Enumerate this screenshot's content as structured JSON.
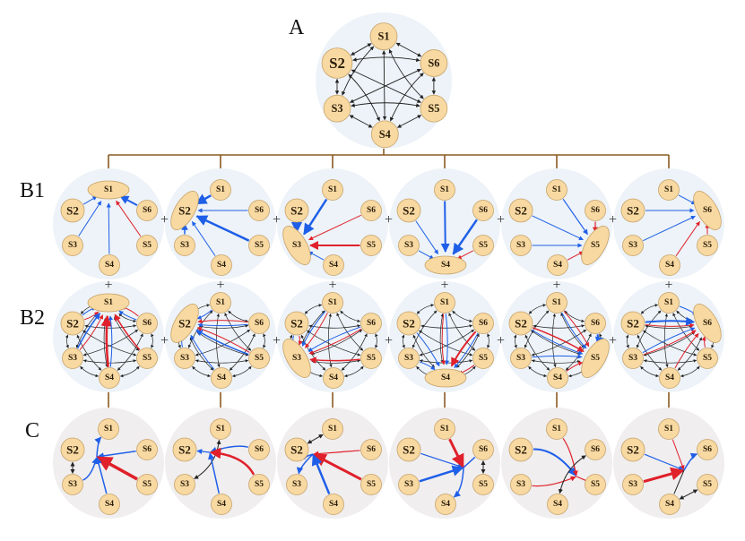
{
  "labels": {
    "A": "A",
    "B1": "B1",
    "B2": "B2",
    "C": "C",
    "plus": "+"
  },
  "colors": {
    "blue": "#1f5fe8",
    "red": "#e0202a",
    "black": "#222222",
    "node_fill": "#f8d9a2",
    "node_stroke": "#c7a268",
    "panel_bg": "#edf3f8",
    "c_bg": "#f0eeef",
    "tree": "#8a5a22"
  },
  "nodes": [
    "S1",
    "S2",
    "S3",
    "S4",
    "S5",
    "S6"
  ],
  "b1": [
    {
      "target": "S1",
      "in": [
        [
          "S2",
          "blue",
          1
        ],
        [
          "S3",
          "blue",
          1
        ],
        [
          "S4",
          "blue",
          1
        ],
        [
          "S5",
          "red",
          1
        ],
        [
          "S6",
          "blue",
          2
        ]
      ]
    },
    {
      "target": "S2",
      "in": [
        [
          "S1",
          "blue",
          2.5
        ],
        [
          "S6",
          "blue",
          1
        ],
        [
          "S5",
          "blue",
          2.5
        ],
        [
          "S4",
          "blue",
          1
        ],
        [
          "S3",
          "blue",
          1.5
        ]
      ]
    },
    {
      "target": "S3",
      "in": [
        [
          "S1",
          "blue",
          2.5
        ],
        [
          "S2",
          "blue",
          2.5
        ],
        [
          "S6",
          "red",
          1
        ],
        [
          "S5",
          "red",
          2
        ],
        [
          "S4",
          "blue",
          1
        ]
      ]
    },
    {
      "target": "S4",
      "in": [
        [
          "S1",
          "blue",
          2
        ],
        [
          "S2",
          "blue",
          1
        ],
        [
          "S3",
          "blue",
          1
        ],
        [
          "S6",
          "blue",
          2.5
        ],
        [
          "S5",
          "red",
          1
        ]
      ]
    },
    {
      "target": "S5",
      "in": [
        [
          "S1",
          "blue",
          1.2
        ],
        [
          "S2",
          "blue",
          1
        ],
        [
          "S3",
          "blue",
          1
        ],
        [
          "S6",
          "red",
          1.2
        ],
        [
          "S4",
          "red",
          1
        ]
      ]
    },
    {
      "target": "S6",
      "in": [
        [
          "S1",
          "blue",
          1
        ],
        [
          "S2",
          "blue",
          1
        ],
        [
          "S3",
          "blue",
          1
        ],
        [
          "S5",
          "red",
          1
        ],
        [
          "S4",
          "red",
          1
        ]
      ]
    }
  ],
  "b2": [
    {
      "target": "S1",
      "in": [
        [
          "S2",
          "blue",
          1
        ],
        [
          "S2",
          "red",
          1
        ],
        [
          "S3",
          "blue",
          1.5
        ],
        [
          "S3",
          "red",
          1
        ],
        [
          "S4",
          "red",
          2.5
        ],
        [
          "S4",
          "blue",
          1
        ],
        [
          "S5",
          "red",
          1.5
        ],
        [
          "S6",
          "blue",
          1
        ],
        [
          "S6",
          "red",
          1
        ]
      ]
    },
    {
      "target": "S2",
      "in": [
        [
          "S1",
          "blue",
          1
        ],
        [
          "S3",
          "blue",
          1
        ],
        [
          "S4",
          "blue",
          1
        ],
        [
          "S5",
          "blue",
          1.5
        ],
        [
          "S5",
          "red",
          1
        ],
        [
          "S6",
          "blue",
          1
        ],
        [
          "S6",
          "red",
          1
        ]
      ]
    },
    {
      "target": "S3",
      "in": [
        [
          "S1",
          "red",
          1
        ],
        [
          "S1",
          "blue",
          1
        ],
        [
          "S2",
          "red",
          1
        ],
        [
          "S2",
          "blue",
          1
        ],
        [
          "S5",
          "red",
          1.5
        ],
        [
          "S6",
          "red",
          1
        ],
        [
          "S6",
          "blue",
          1
        ]
      ]
    },
    {
      "target": "S4",
      "in": [
        [
          "S1",
          "blue",
          1
        ],
        [
          "S1",
          "red",
          1
        ],
        [
          "S2",
          "blue",
          1
        ],
        [
          "S3",
          "blue",
          1
        ],
        [
          "S6",
          "blue",
          1
        ],
        [
          "S6",
          "red",
          2
        ],
        [
          "S5",
          "red",
          1
        ]
      ]
    },
    {
      "target": "S5",
      "in": [
        [
          "S1",
          "red",
          1
        ],
        [
          "S2",
          "red",
          1.5
        ],
        [
          "S2",
          "blue",
          1
        ],
        [
          "S3",
          "blue",
          1
        ],
        [
          "S6",
          "blue",
          2
        ],
        [
          "S4",
          "red",
          1
        ],
        [
          "S1",
          "blue",
          1
        ]
      ]
    },
    {
      "target": "S6",
      "in": [
        [
          "S1",
          "blue",
          1
        ],
        [
          "S2",
          "blue",
          2
        ],
        [
          "S3",
          "blue",
          1
        ],
        [
          "S3",
          "red",
          1
        ],
        [
          "S2",
          "red",
          1
        ],
        [
          "S4",
          "red",
          1
        ],
        [
          "S5",
          "red",
          1
        ]
      ]
    }
  ],
  "c": [
    {
      "edges": [
        [
          "S3",
          "H",
          "blue",
          1.5,
          10,
          1
        ],
        [
          "H",
          "S1",
          "blue",
          1.5,
          -6,
          1
        ],
        [
          "S6",
          "H",
          "blue",
          1.5,
          0,
          1
        ],
        [
          "S5",
          "H",
          "red",
          3.5,
          0,
          1
        ],
        [
          "S4",
          "H",
          "blue",
          1.5,
          0,
          1
        ],
        [
          "S2",
          "S3",
          "black",
          1,
          0,
          2
        ]
      ]
    },
    {
      "edges": [
        [
          "S6",
          "H",
          "blue",
          1.5,
          8,
          1
        ],
        [
          "H",
          "S2",
          "blue",
          1.2,
          0,
          1
        ],
        [
          "S1",
          "S3",
          "black",
          1,
          -18,
          2
        ],
        [
          "S5",
          "H",
          "red",
          2.5,
          18,
          1
        ],
        [
          "S4",
          "H",
          "blue",
          1.5,
          0,
          1
        ]
      ]
    },
    {
      "edges": [
        [
          "S1",
          "S2",
          "black",
          1,
          0,
          2
        ],
        [
          "H",
          "S3",
          "blue",
          1.5,
          6,
          1
        ],
        [
          "H",
          "S2",
          "blue",
          1.5,
          -6,
          0
        ],
        [
          "S6",
          "H",
          "red",
          1.2,
          0,
          1
        ],
        [
          "S5",
          "H",
          "red",
          3,
          0,
          1
        ],
        [
          "S4",
          "H",
          "blue",
          2.5,
          0,
          1
        ]
      ]
    },
    {
      "edges": [
        [
          "S2",
          "H",
          "blue",
          1.2,
          0,
          1
        ],
        [
          "S3",
          "H",
          "blue",
          2.5,
          0,
          1
        ],
        [
          "S1",
          "H",
          "red",
          3,
          0,
          1
        ],
        [
          "H",
          "S4",
          "blue",
          1.5,
          -10,
          1
        ],
        [
          "H",
          "S6",
          "blue",
          1.5,
          0,
          0
        ],
        [
          "S6",
          "S5",
          "black",
          1,
          0,
          2
        ]
      ]
    },
    {
      "edges": [
        [
          "S2",
          "H",
          "blue",
          2,
          -18,
          1
        ],
        [
          "S1",
          "H",
          "red",
          1.2,
          -6,
          1
        ],
        [
          "S3",
          "H",
          "red",
          1.2,
          8,
          1
        ],
        [
          "H",
          "S5",
          "red",
          1.2,
          0,
          1
        ],
        [
          "S6",
          "S4",
          "black",
          1,
          16,
          2
        ]
      ]
    },
    {
      "edges": [
        [
          "S1",
          "H",
          "red",
          1,
          0,
          1
        ],
        [
          "S2",
          "H",
          "blue",
          1.2,
          0,
          1
        ],
        [
          "S3",
          "H",
          "red",
          3,
          0,
          1
        ],
        [
          "H",
          "S6",
          "blue",
          1.5,
          -6,
          1
        ],
        [
          "H",
          "S4",
          "black",
          1,
          0,
          0
        ],
        [
          "S4",
          "S5",
          "black",
          1,
          0,
          2
        ]
      ]
    }
  ]
}
